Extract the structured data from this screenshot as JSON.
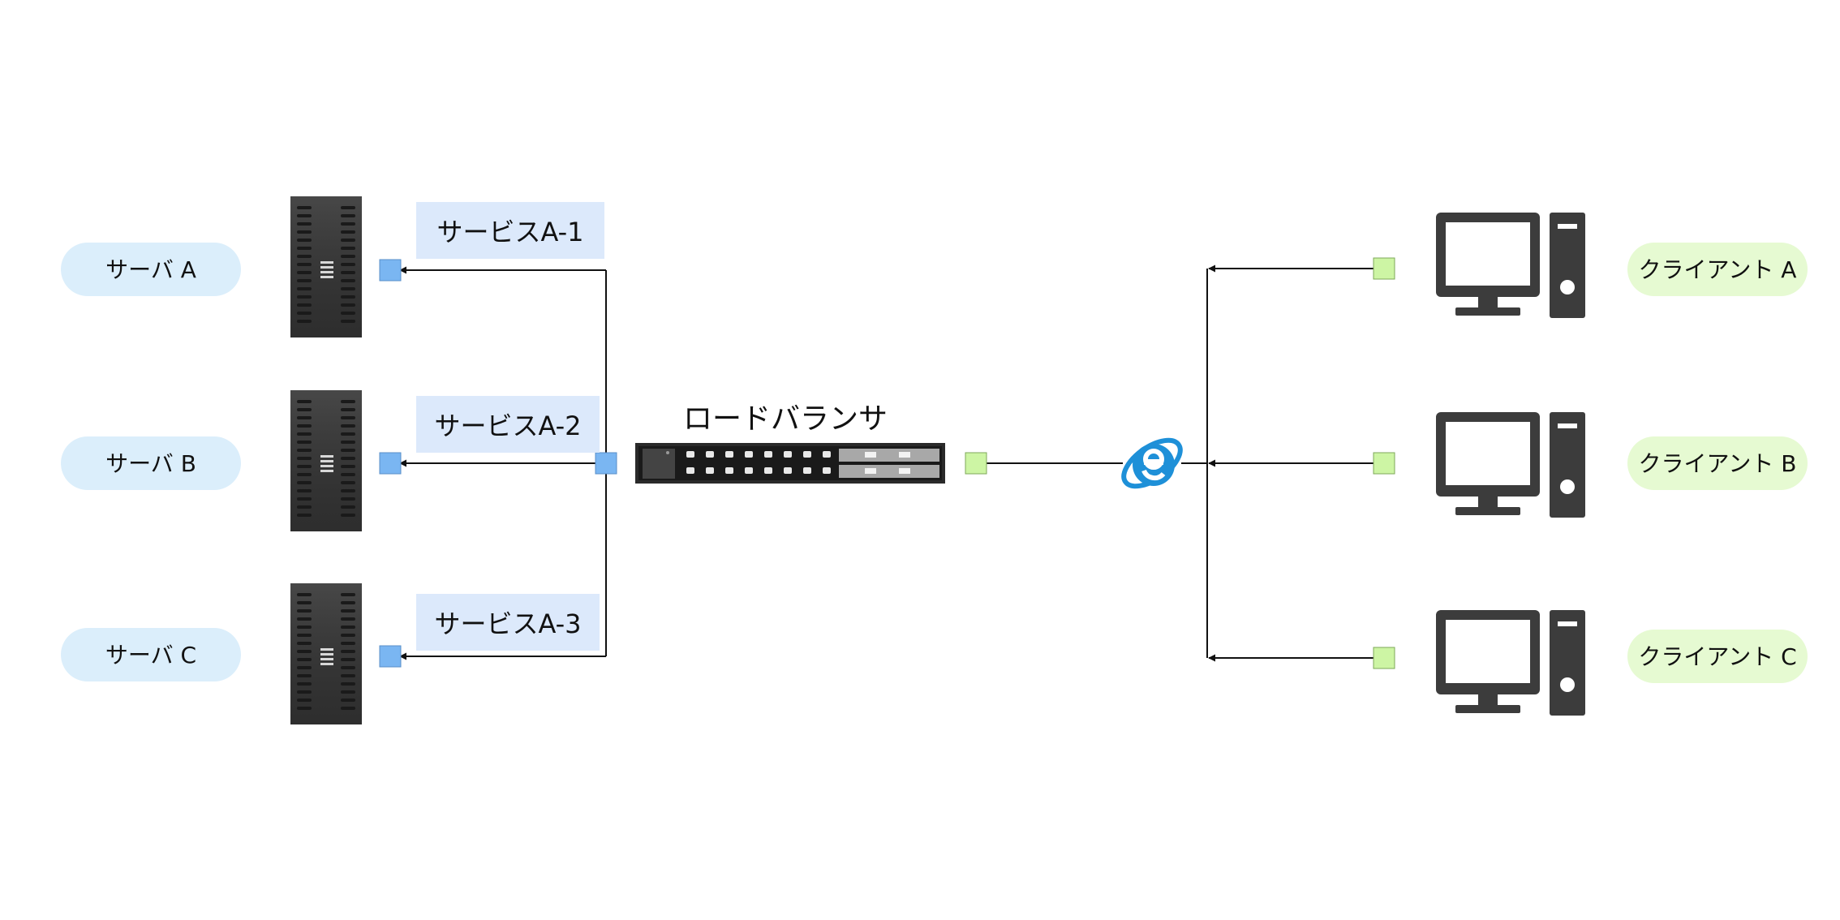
{
  "colors": {
    "server_pill": "#dbeefb",
    "service_box": "#dce9fb",
    "client_pill": "#e6fad2",
    "server_port": "#7ab6f2",
    "client_port": "#cdf5a4",
    "device_dark": "#3c3c3c",
    "ie_blue": "#1e90d8",
    "line": "#111111"
  },
  "servers": [
    {
      "label": "サーバ A",
      "service": "サービスA-1"
    },
    {
      "label": "サーバ B",
      "service": "サービスA-2"
    },
    {
      "label": "サーバ C",
      "service": "サービスA-3"
    }
  ],
  "load_balancer": {
    "label": "ロードバランサ"
  },
  "internet": {
    "icon": "internet-explorer-icon"
  },
  "clients": [
    {
      "label": "クライアント A"
    },
    {
      "label": "クライアント B"
    },
    {
      "label": "クライアント C"
    }
  ]
}
